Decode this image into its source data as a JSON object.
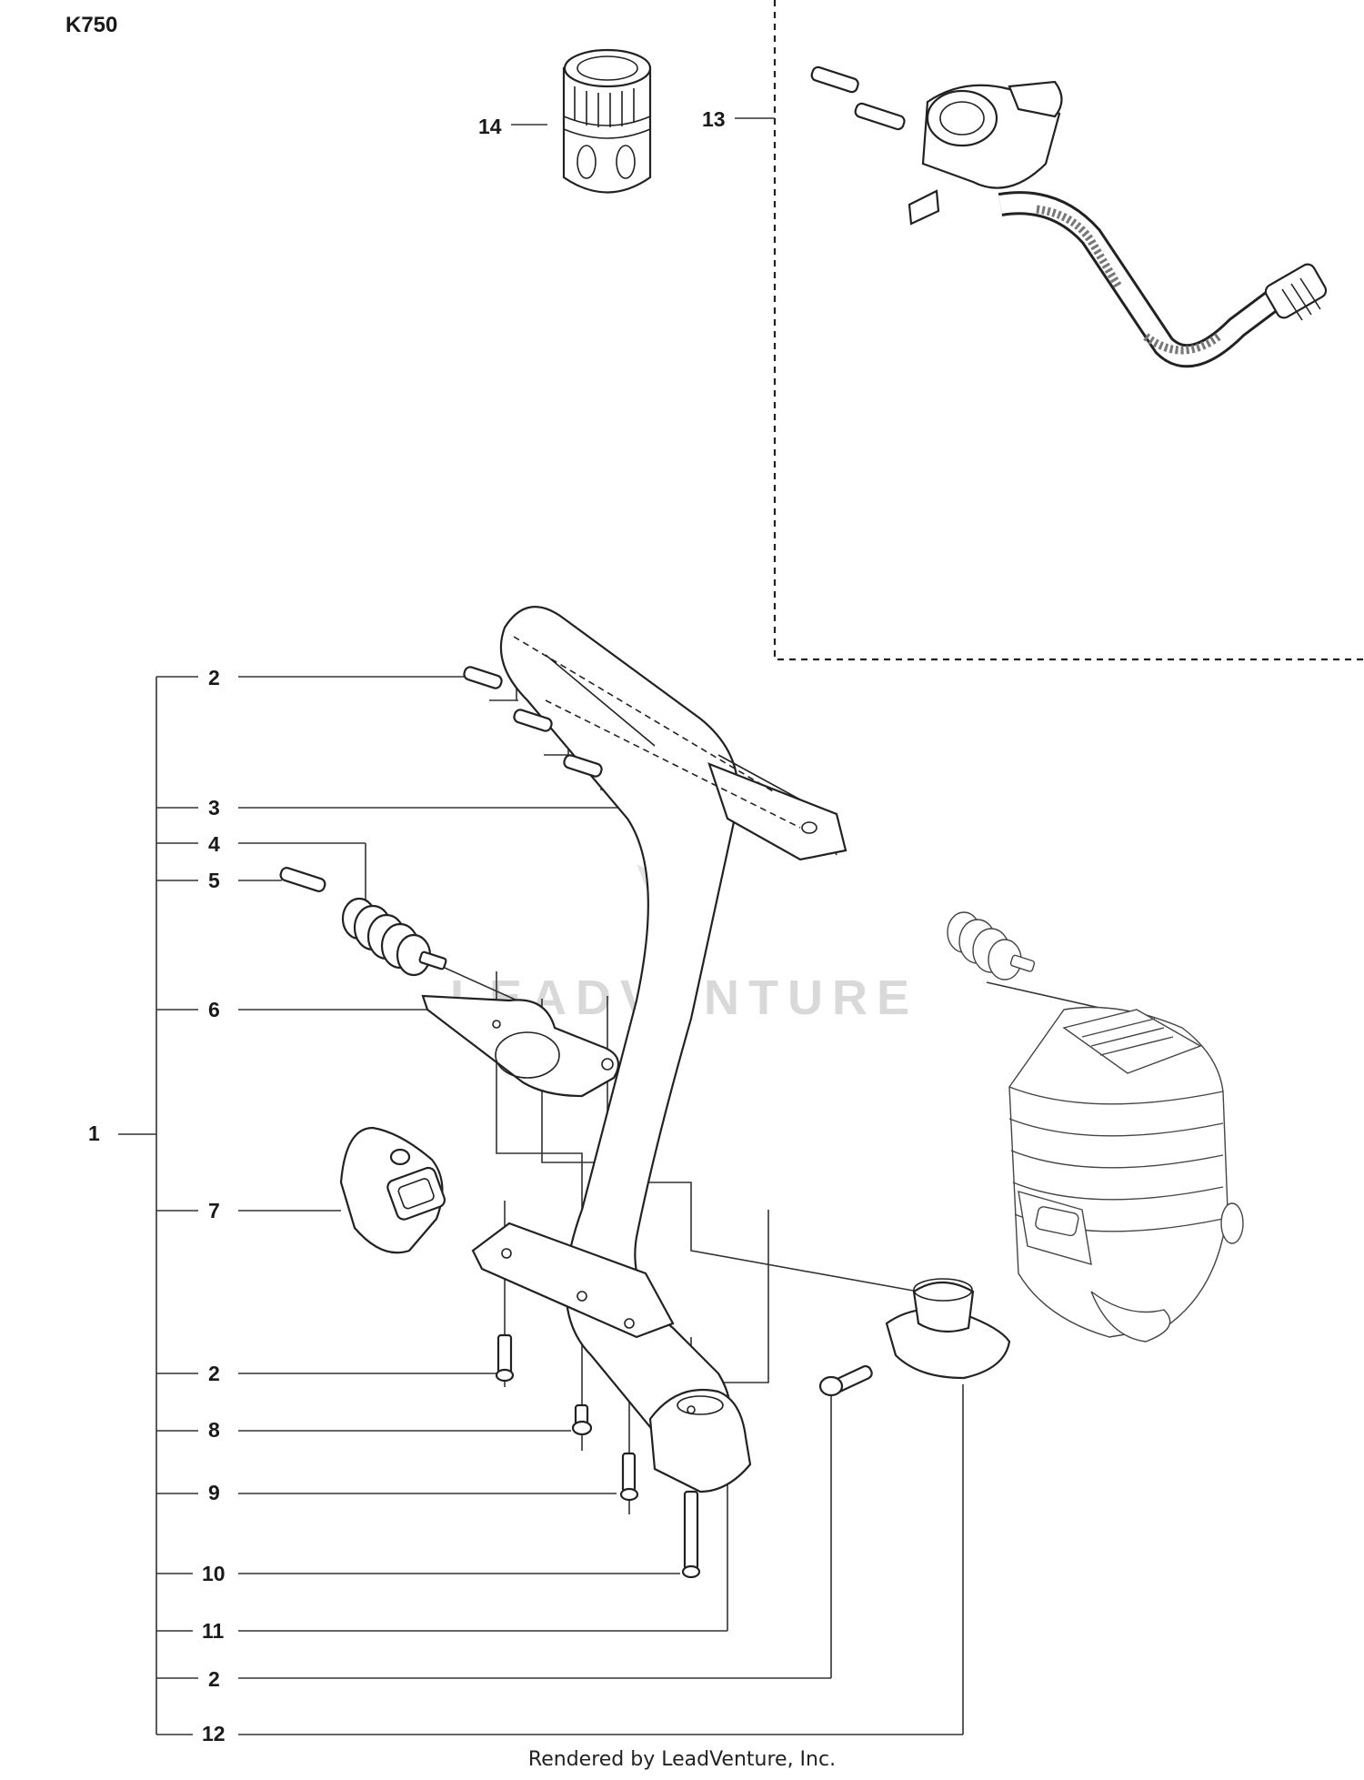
{
  "model": "K750",
  "callouts": [
    {
      "num": "14"
    },
    {
      "num": "13"
    },
    {
      "num": "2"
    },
    {
      "num": "3"
    },
    {
      "num": "4"
    },
    {
      "num": "5"
    },
    {
      "num": "6"
    },
    {
      "num": "1"
    },
    {
      "num": "7"
    },
    {
      "num": "2"
    },
    {
      "num": "8"
    },
    {
      "num": "9"
    },
    {
      "num": "10"
    },
    {
      "num": "11"
    },
    {
      "num": "2"
    },
    {
      "num": "12"
    }
  ],
  "watermark": "LEADVENTURE",
  "footer": "Rendered by LeadVenture, Inc."
}
